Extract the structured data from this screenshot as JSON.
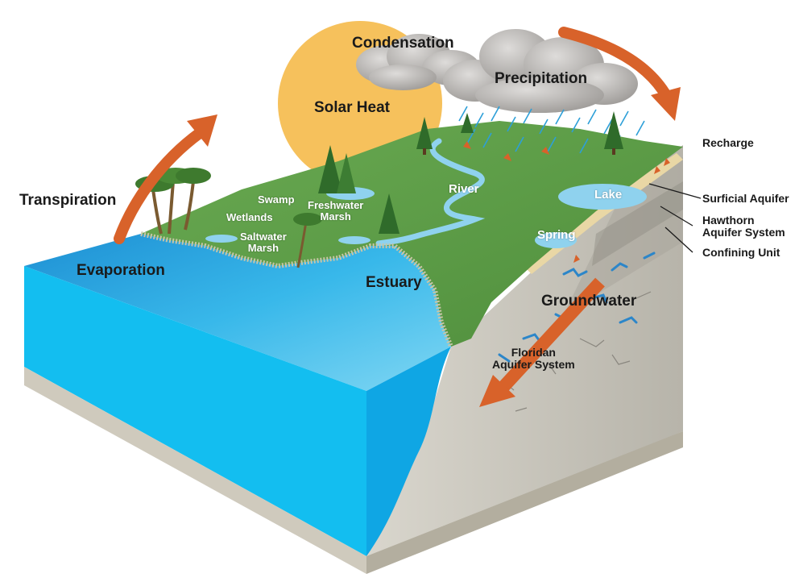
{
  "labels": {
    "condensation": "Condensation",
    "precipitation": "Precipitation",
    "solar_heat": "Solar Heat",
    "transpiration": "Transpiration",
    "evaporation": "Evaporation",
    "recharge": "Recharge",
    "surficial_aquifer": "Surficial Aquifer",
    "hawthorn_line1": "Hawthorn",
    "hawthorn_line2": "Aquifer System",
    "confining_unit": "Confining Unit",
    "swamp": "Swamp",
    "wetlands": "Wetlands",
    "saltwater_line1": "Saltwater",
    "saltwater_line2": "Marsh",
    "freshwater_line1": "Freshwater",
    "freshwater_line2": "Marsh",
    "river": "River",
    "lake": "Lake",
    "spring": "Spring",
    "estuary": "Estuary",
    "groundwater": "Groundwater",
    "floridan_line1": "Floridan",
    "floridan_line2": "Aquifer System"
  },
  "colors": {
    "ocean_top": "#2aa9e0",
    "ocean_side": "#17b8ee",
    "land": "#5f9e4a",
    "rock": "#c9c6bc",
    "sun": "#f6c15c",
    "cloud": "#b9b6b3",
    "arrow": "#d8622a",
    "sand": "#e9d7a5"
  }
}
